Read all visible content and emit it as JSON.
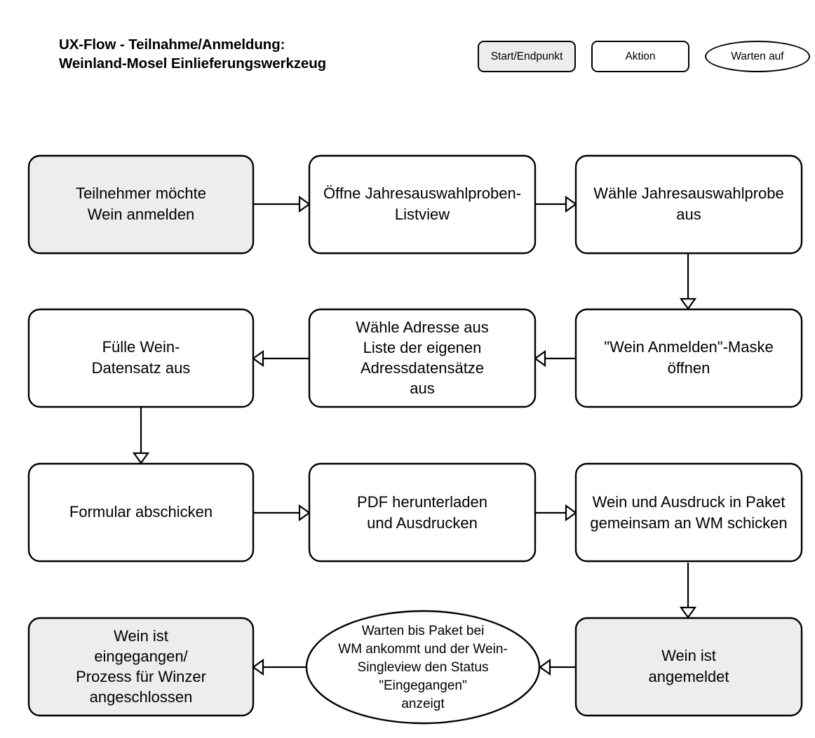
{
  "title": {
    "line1": "UX-Flow - Teilnahme/Anmeldung:",
    "line2": "Weinland-Mosel Einlieferungswerkzeug"
  },
  "legend": {
    "items": [
      {
        "label": "Start/Endpunkt",
        "shape": "rounded-rect",
        "fill": "#ededed"
      },
      {
        "label": "Aktion",
        "shape": "rounded-rect",
        "fill": "#ffffff"
      },
      {
        "label": "Warten auf",
        "shape": "ellipse",
        "fill": "#ffffff"
      }
    ]
  },
  "colors": {
    "terminator_fill": "#ededed",
    "action_fill": "#ffffff",
    "stroke": "#000000",
    "background": "#ffffff"
  },
  "diagram": {
    "type": "flowchart",
    "nodes": [
      {
        "id": "n1",
        "kind": "start-endpoint",
        "shape": "rounded-rect",
        "fill": "#ededed",
        "lines": [
          "Teilnehmer möchte",
          "Wein anmelden"
        ]
      },
      {
        "id": "n2",
        "kind": "aktion",
        "shape": "rounded-rect",
        "fill": "#ffffff",
        "lines": [
          "Öffne Jahresauswahlproben-",
          "Listview"
        ]
      },
      {
        "id": "n3",
        "kind": "aktion",
        "shape": "rounded-rect",
        "fill": "#ffffff",
        "lines": [
          "Wähle Jahresauswahlprobe",
          "aus"
        ]
      },
      {
        "id": "n4",
        "kind": "aktion",
        "shape": "rounded-rect",
        "fill": "#ffffff",
        "lines": [
          "\"Wein Anmelden\"-Maske",
          "öffnen"
        ]
      },
      {
        "id": "n5",
        "kind": "aktion",
        "shape": "rounded-rect",
        "fill": "#ffffff",
        "lines": [
          "Wähle Adresse aus",
          "Liste der eigenen",
          "Adressdatensätze",
          "aus"
        ]
      },
      {
        "id": "n6",
        "kind": "aktion",
        "shape": "rounded-rect",
        "fill": "#ffffff",
        "lines": [
          "Fülle Wein-",
          "Datensatz aus"
        ]
      },
      {
        "id": "n7",
        "kind": "aktion",
        "shape": "rounded-rect",
        "fill": "#ffffff",
        "lines": [
          "Formular abschicken"
        ]
      },
      {
        "id": "n8",
        "kind": "aktion",
        "shape": "rounded-rect",
        "fill": "#ffffff",
        "lines": [
          "PDF herunterladen",
          "und Ausdrucken"
        ]
      },
      {
        "id": "n9",
        "kind": "aktion",
        "shape": "rounded-rect",
        "fill": "#ffffff",
        "lines": [
          "Wein und Ausdruck in Paket",
          "gemeinsam an WM schicken"
        ]
      },
      {
        "id": "n10",
        "kind": "start-endpoint",
        "shape": "rounded-rect",
        "fill": "#ededed",
        "lines": [
          "Wein ist",
          "angemeldet"
        ]
      },
      {
        "id": "n11",
        "kind": "warten-auf",
        "shape": "ellipse",
        "fill": "#ffffff",
        "lines": [
          "Warten bis Paket bei",
          "WM ankommt und der Wein-",
          "Singleview den Status",
          "\"Eingegangen\"",
          "anzeigt"
        ]
      },
      {
        "id": "n12",
        "kind": "start-endpoint",
        "shape": "rounded-rect",
        "fill": "#ededed",
        "lines": [
          "Wein ist",
          "eingegangen/",
          "Prozess für Winzer",
          "angeschlossen"
        ]
      }
    ],
    "edges": [
      {
        "from": "n1",
        "to": "n2",
        "direction": "right"
      },
      {
        "from": "n2",
        "to": "n3",
        "direction": "right"
      },
      {
        "from": "n3",
        "to": "n4",
        "direction": "down"
      },
      {
        "from": "n4",
        "to": "n5",
        "direction": "left"
      },
      {
        "from": "n5",
        "to": "n6",
        "direction": "left"
      },
      {
        "from": "n6",
        "to": "n7",
        "direction": "down"
      },
      {
        "from": "n7",
        "to": "n8",
        "direction": "right"
      },
      {
        "from": "n8",
        "to": "n9",
        "direction": "right"
      },
      {
        "from": "n9",
        "to": "n10",
        "direction": "down"
      },
      {
        "from": "n10",
        "to": "n11",
        "direction": "left"
      },
      {
        "from": "n11",
        "to": "n12",
        "direction": "left"
      }
    ]
  }
}
